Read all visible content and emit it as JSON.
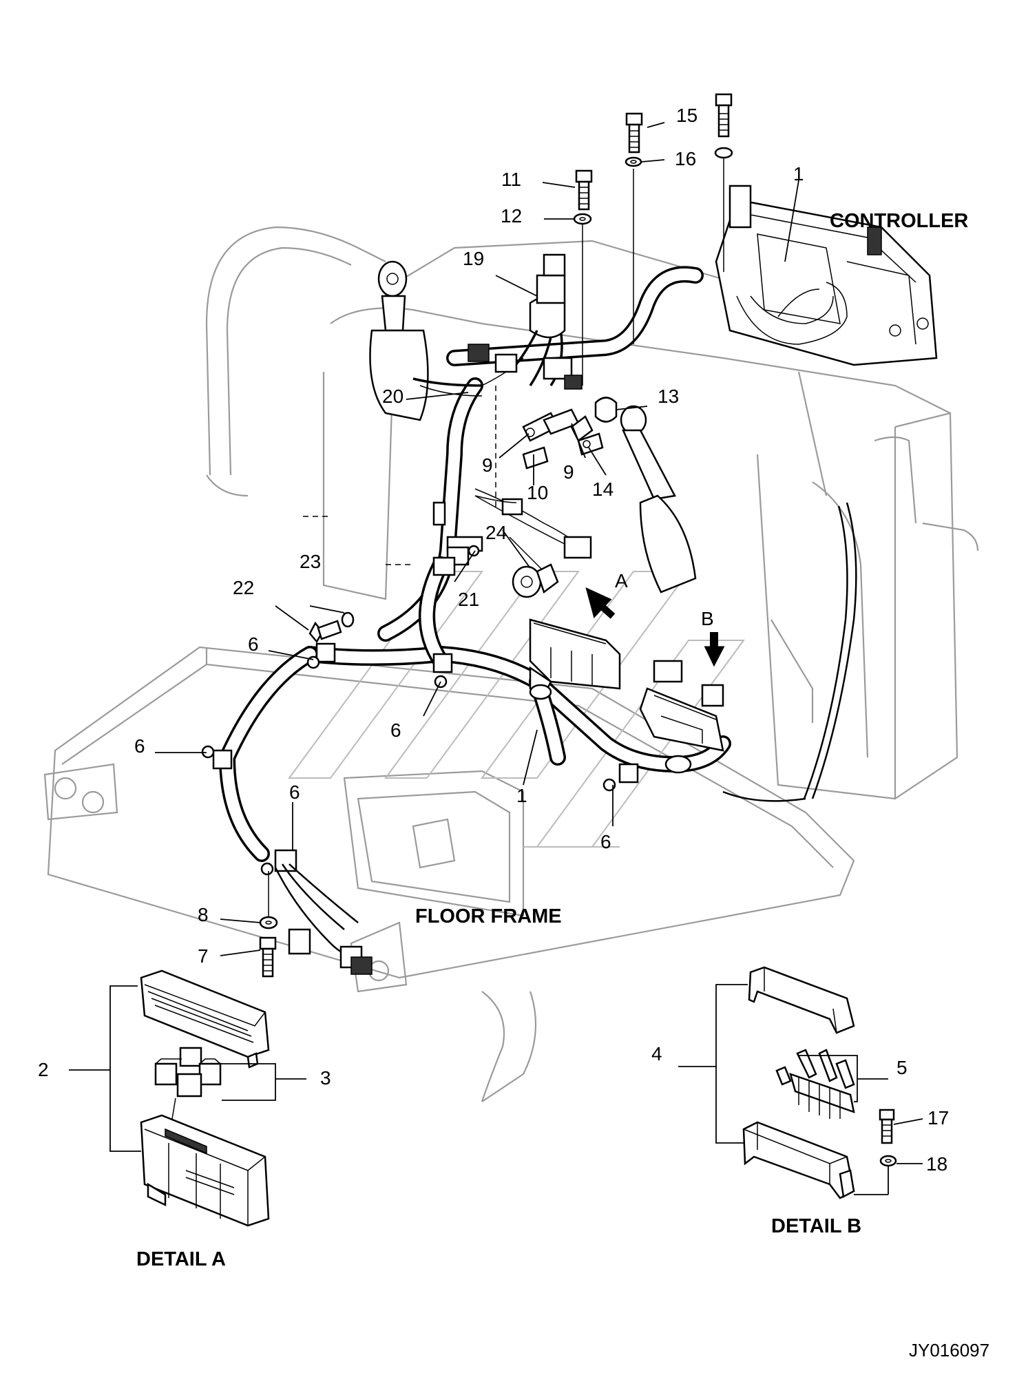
{
  "labels": {
    "controller": "CONTROLLER",
    "floor_frame": "FLOOR FRAME",
    "detail_a": "DETAIL A",
    "detail_b": "DETAIL B",
    "view_a": "A",
    "view_b": "B",
    "drawing_code": "JY016097"
  },
  "callouts": {
    "c1_top": "1",
    "c1_mid": "1",
    "c2": "2",
    "c3": "3",
    "c4": "4",
    "c5": "5",
    "c6_a": "6",
    "c6_b": "6",
    "c6_c": "6",
    "c6_d": "6",
    "c6_e": "6",
    "c7": "7",
    "c8": "8",
    "c9_a": "9",
    "c9_b": "9",
    "c10": "10",
    "c11": "11",
    "c12": "12",
    "c13": "13",
    "c14": "14",
    "c15": "15",
    "c16": "16",
    "c17": "17",
    "c18": "18",
    "c19": "19",
    "c20": "20",
    "c21": "21",
    "c22": "22",
    "c23": "23",
    "c24": "24"
  }
}
